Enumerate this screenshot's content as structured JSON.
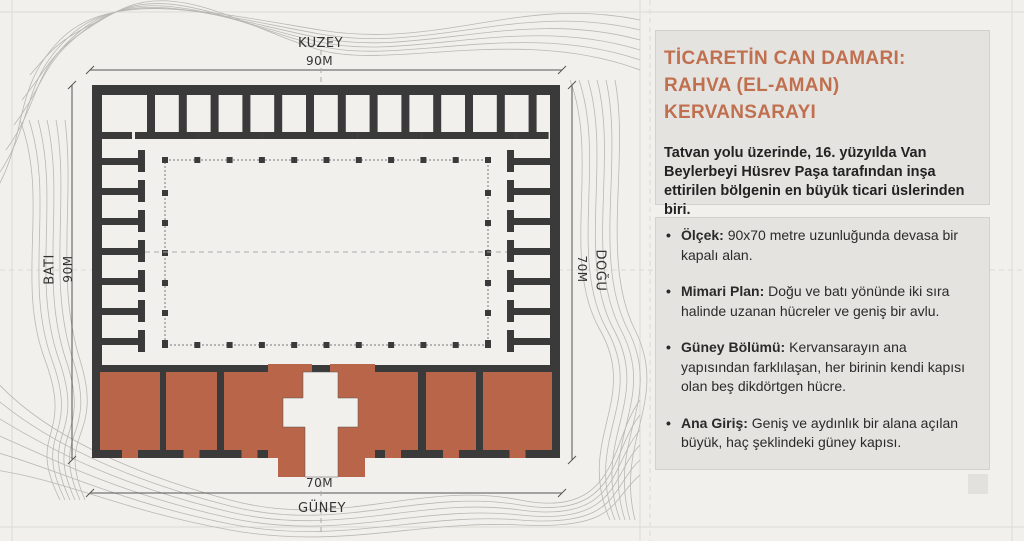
{
  "plan": {
    "north_label": "KUZEY",
    "north_dim": "90M",
    "south_label": "GÜNEY",
    "south_dim": "70M",
    "west_label": "BATI",
    "west_dim": "90M",
    "east_label": "DOĞU",
    "east_dim": "70M",
    "colors": {
      "wall": "#3a3a3a",
      "south_cells": "#b8654a",
      "paper": "#f1f0ec"
    }
  },
  "info": {
    "title": "TİCARETİN CAN DAMARI: RAHVA (EL-AMAN) KERVANSARAYI",
    "intro": "Tatvan yolu üzerinde, 16. yüzyılda Van Beylerbeyi Hüsrev Paşa tarafından inşa ettirilen bölgenin en büyük ticari üslerinden biri.",
    "bullets": [
      {
        "term": "Ölçek:",
        "text": "90x70 metre uzunluğunda devasa bir kapalı alan."
      },
      {
        "term": "Mimari Plan:",
        "text": "Doğu ve batı yönünde iki sıra halinde uzanan hücreler ve geniş bir avlu."
      },
      {
        "term": "Güney Bölümü:",
        "text": "Kervansarayın ana yapısından farklılaşan, her birinin kendi kapısı olan beş dikdörtgen hücre."
      },
      {
        "term": "Ana Giriş:",
        "text": "Geniş ve aydınlık bir alana açılan büyük, haç şeklindeki güney kapısı."
      }
    ],
    "accent": "#c0704e"
  }
}
